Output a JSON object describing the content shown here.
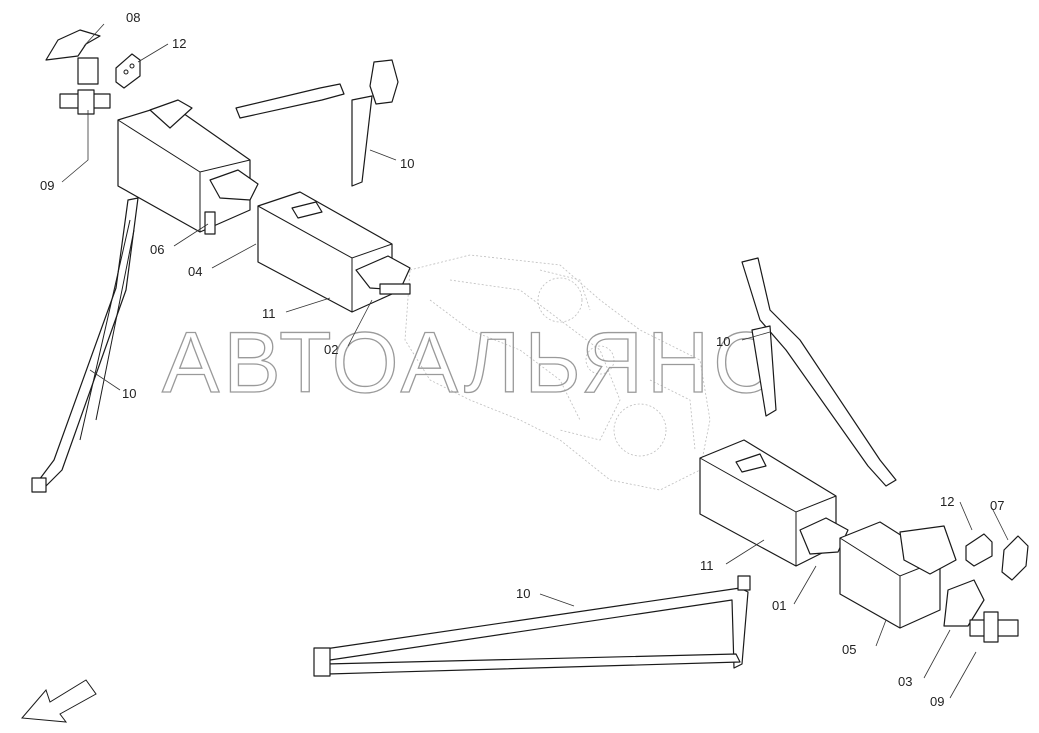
{
  "watermark": "АВТОАЛЬЯНС",
  "callouts": [
    {
      "id": "c-08",
      "text": "08"
    },
    {
      "id": "c-12a",
      "text": "12"
    },
    {
      "id": "c-09a",
      "text": "09"
    },
    {
      "id": "c-10a",
      "text": "10"
    },
    {
      "id": "c-06",
      "text": "06"
    },
    {
      "id": "c-04",
      "text": "04"
    },
    {
      "id": "c-11a",
      "text": "11"
    },
    {
      "id": "c-02",
      "text": "02"
    },
    {
      "id": "c-10b",
      "text": "10"
    },
    {
      "id": "c-10c",
      "text": "10"
    },
    {
      "id": "c-12b",
      "text": "12"
    },
    {
      "id": "c-07",
      "text": "07"
    },
    {
      "id": "c-11b",
      "text": "11"
    },
    {
      "id": "c-01",
      "text": "01"
    },
    {
      "id": "c-05",
      "text": "05"
    },
    {
      "id": "c-03",
      "text": "03"
    },
    {
      "id": "c-09b",
      "text": "09"
    },
    {
      "id": "c-10d",
      "text": "10"
    }
  ]
}
